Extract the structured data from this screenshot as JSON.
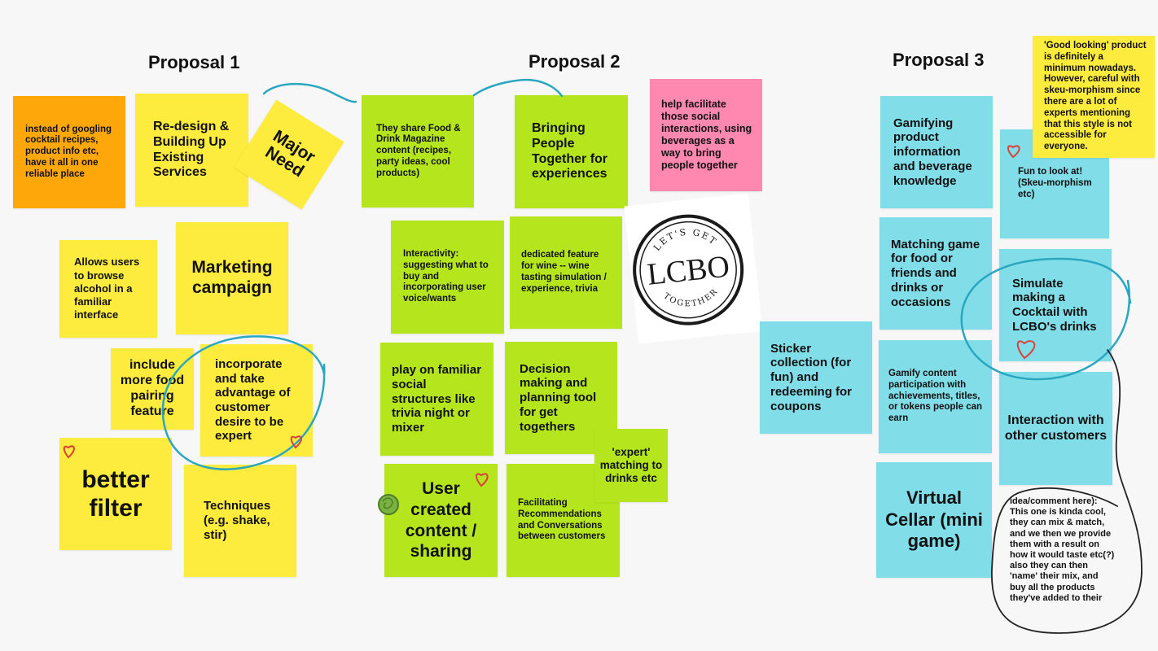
{
  "board": {
    "proposal1_title": "Proposal 1",
    "proposal2_title": "Proposal 2",
    "proposal3_title": "Proposal 3"
  },
  "proposal1": {
    "note_googling": "instead of googling cocktail recipes, product info etc, have it all in one reliable place",
    "note_redesign": "Re-design & Building Up Existing Services",
    "note_major_need": "Major Need",
    "note_browse": "Allows users to browse alcohol in a familiar interface",
    "note_marketing": "Marketing campaign",
    "note_food_pairing": "include more food pairing feature",
    "note_expert": "incorporate and take advantage of customer desire to be expert",
    "note_better_filter": "better filter",
    "note_techniques": "Techniques (e.g. shake, stir)"
  },
  "proposal2": {
    "note_food_drink": "They share Food & Drink Magazine content (recipes, party ideas, cool products)",
    "note_bringing_people": "Bringing People Together for experiences",
    "note_facilitate": "help facilitate those social interactions, using beverages as a way to bring people together",
    "note_interactivity": "Interactivity: suggesting what to buy and incorporating user voice/wants",
    "note_wine": "dedicated feature for wine -- wine tasting simulation / experience, trivia",
    "note_social_structures": "play on familiar social structures like trivia night or mixer",
    "note_decision": "Decision making and planning tool for get togethers",
    "note_expert_matching": "'expert' matching to drinks etc",
    "note_user_content": "User created content / sharing",
    "note_recommendations": "Facilitating Recommendations and Conversations between customers"
  },
  "logo": {
    "top_text": "LET'S GET",
    "main_text": "LCBO",
    "bottom_text": "TOGETHER"
  },
  "proposal3": {
    "note_good_looking": "'Good looking' product is definitely a minimum nowadays. However, careful with skeu-morphism since there are a lot of experts mentioning that this style is not accessible for everyone.",
    "note_gamifying": "Gamifying product information and beverage knowledge",
    "note_fun": "Fun to look at! (Skeu-morphism etc)",
    "note_matching_game": "Matching game for food or friends and drinks or occasions",
    "note_simulate": "Simulate making a Cocktail with LCBO's drinks",
    "note_sticker": "Sticker collection (for fun) and redeeming for coupons",
    "note_gamify_content": "Gamify content participation with achievements, titles, or tokens people can earn",
    "note_interaction": "Interaction with other customers",
    "note_virtual_cellar": "Virtual Cellar (mini game)",
    "comment": "idea/comment here): This one is kinda cool, they can mix & match, and we then we provide them with a result on how it would taste etc(?) also they can then 'name' their mix, and buy all the products they've added to their"
  },
  "colors": {
    "yellow": "#fdeb3d",
    "orange": "#fea70b",
    "green": "#b5e61d",
    "blue": "#81dde8",
    "pink": "#ff88b0",
    "ink_teal": "#2aa7c0",
    "heart_red": "#d9423a"
  }
}
